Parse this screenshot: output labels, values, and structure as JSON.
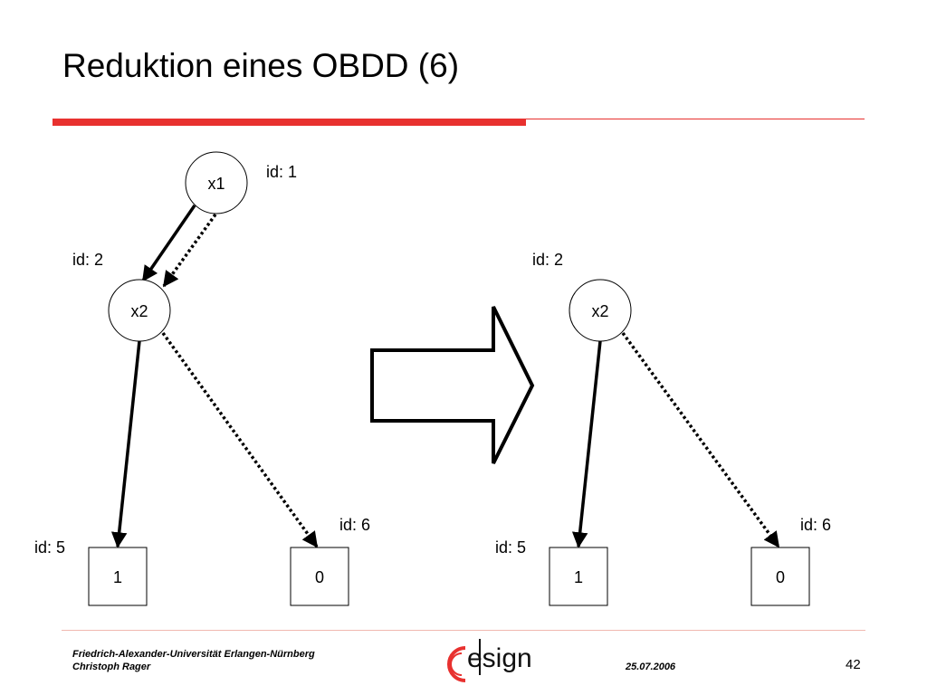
{
  "slide": {
    "title": "Reduktion eines OBDD (6)",
    "accent_color": "#e8312f"
  },
  "left_graph": {
    "nodes": [
      {
        "label": "x1",
        "id_label": "id: 1"
      },
      {
        "label": "x2",
        "id_label": "id: 2"
      },
      {
        "label": "1",
        "id_label": "id: 5"
      },
      {
        "label": "0",
        "id_label": "id: 6"
      }
    ]
  },
  "right_graph": {
    "nodes": [
      {
        "label": "x2",
        "id_label": "id: 2"
      },
      {
        "label": "1",
        "id_label": "id: 5"
      },
      {
        "label": "0",
        "id_label": "id: 6"
      }
    ]
  },
  "footer": {
    "institution": "Friedrich-Alexander-Universität Erlangen-Nürnberg",
    "author": "Christoph Rager",
    "logo_text": "esign",
    "date": "25.07.2006",
    "page_number": "42"
  }
}
